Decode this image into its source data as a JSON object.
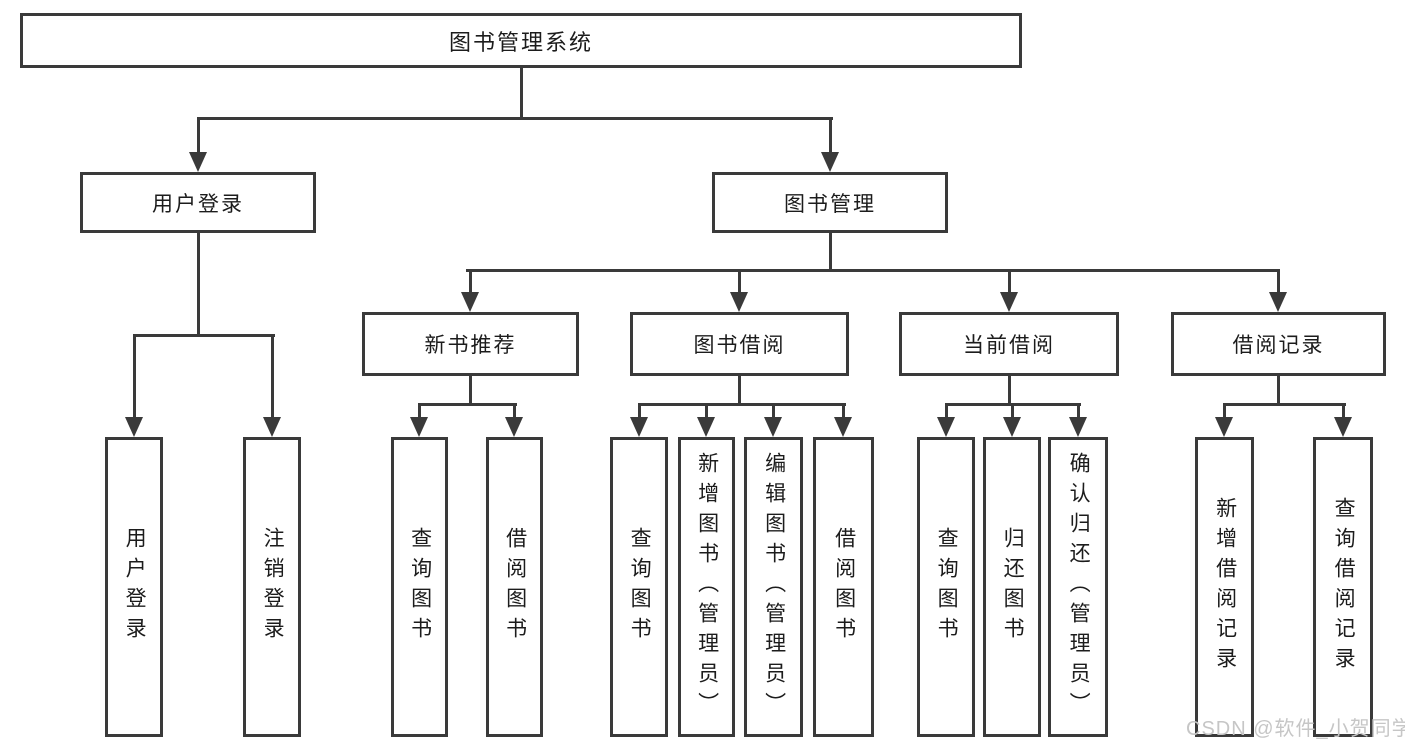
{
  "tree": {
    "root": {
      "label": "图书管理系统"
    },
    "branches": [
      {
        "label": "用户登录",
        "children": [
          {
            "label": "用户登录"
          },
          {
            "label": "注销登录"
          }
        ]
      },
      {
        "label": "图书管理",
        "children": [
          {
            "label": "新书推荐",
            "children": [
              {
                "label": "查询图书"
              },
              {
                "label": "借阅图书"
              }
            ]
          },
          {
            "label": "图书借阅",
            "children": [
              {
                "label": "查询图书"
              },
              {
                "label": "新增图书（管理员）"
              },
              {
                "label": "编辑图书（管理员）"
              },
              {
                "label": "借阅图书"
              }
            ]
          },
          {
            "label": "当前借阅",
            "children": [
              {
                "label": "查询图书"
              },
              {
                "label": "归还图书"
              },
              {
                "label": "确认归还（管理员）"
              }
            ]
          },
          {
            "label": "借阅记录",
            "children": [
              {
                "label": "新增借阅记录"
              },
              {
                "label": "查询借阅记录"
              }
            ]
          }
        ]
      }
    ]
  },
  "watermark": {
    "text": "CSDN @软件_小贺同学",
    "color": "#c6c6c6"
  },
  "colors": {
    "background": "#ffffff",
    "box_background": "#ffffff",
    "box_border": "#3a3a3a",
    "line": "#3a3a3a",
    "text": "#1c1c1c",
    "watermark": "#c6c6c6"
  }
}
